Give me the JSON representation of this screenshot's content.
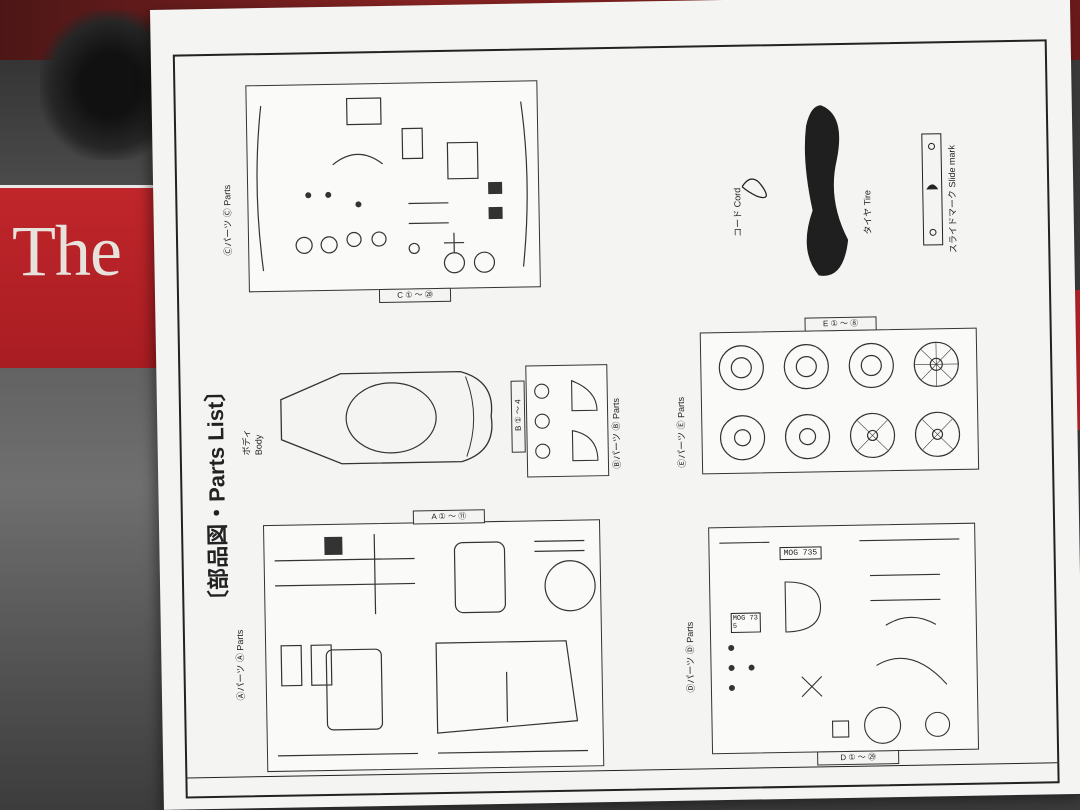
{
  "title": "〔部品図・Parts List〕",
  "box_brand": "The",
  "labels": {
    "body_jp": "ボディ",
    "body_en": "Body",
    "a_parts": "Ⓐパーツ Ⓐ Parts",
    "b_parts": "Ⓑパーツ Ⓑ Parts",
    "c_parts": "Ⓒパーツ Ⓒ Parts",
    "d_parts": "Ⓓパーツ Ⓓ Parts",
    "e_parts": "Ⓔパーツ Ⓔ Parts",
    "cord": "コード Cord",
    "tire": "タイヤ Tire",
    "slide_mark": "スライドマーク Slide mark"
  },
  "tabs": {
    "a": "A ① 〜 ⑪",
    "b": "B ① 〜 4",
    "c": "C ① 〜 ⑳",
    "d": "D ① 〜 ㉙",
    "e": "E ① 〜 ⑧"
  },
  "plates": {
    "plate1": "MOG 735",
    "plate2": "MOG 735"
  },
  "colors": {
    "paper": "#f4f4f2",
    "ink": "#222222",
    "box_red": "#c0262b"
  }
}
